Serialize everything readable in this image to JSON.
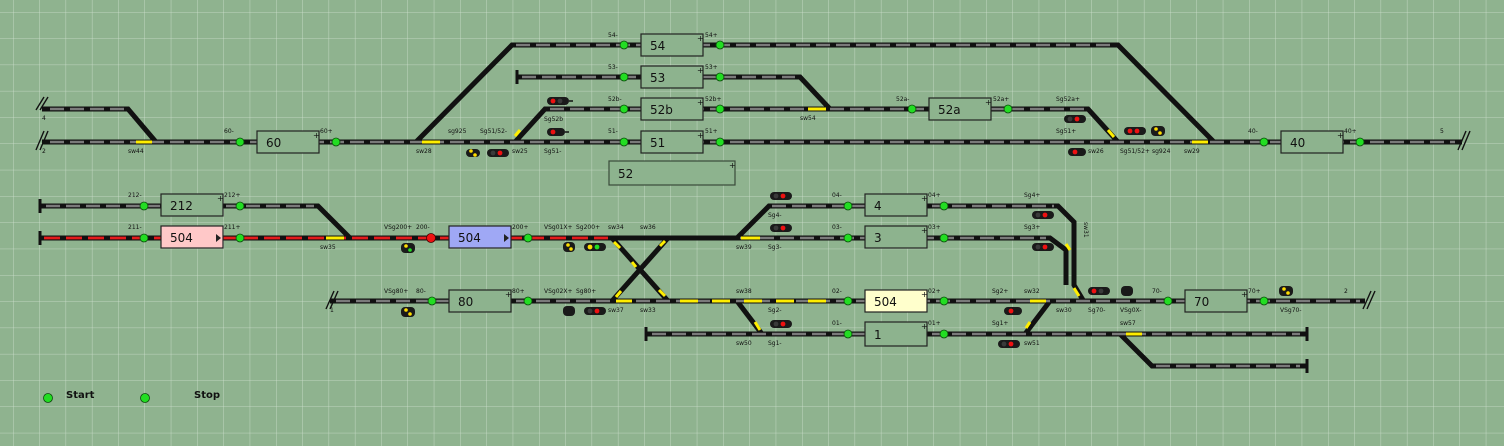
{
  "colors": {
    "background": "#8fb38f",
    "grid": "#cfe0cf",
    "rail": "#111111",
    "rail_dash": "#7a7a7a",
    "occupied": "#e41b1b",
    "switch": "#ffee00",
    "block_fill": "#8db38e",
    "block_pink": "#ffc8c8",
    "block_blue": "#9fa8f5",
    "block_yellow": "#ffffcc",
    "signal_green": "#22dd22",
    "signal_red": "#ee1111",
    "signal_yellow": "#ffdd00"
  },
  "blocks": [
    {
      "id": "54",
      "label": "54"
    },
    {
      "id": "53",
      "label": "53"
    },
    {
      "id": "52b",
      "label": "52b"
    },
    {
      "id": "52a",
      "label": "52a"
    },
    {
      "id": "51",
      "label": "51"
    },
    {
      "id": "60",
      "label": "60"
    },
    {
      "id": "52",
      "label": "52"
    },
    {
      "id": "40",
      "label": "40"
    },
    {
      "id": "212",
      "label": "212"
    },
    {
      "id": "504a",
      "label": "504"
    },
    {
      "id": "504b",
      "label": "504"
    },
    {
      "id": "4",
      "label": "4"
    },
    {
      "id": "3",
      "label": "3"
    },
    {
      "id": "80",
      "label": "80"
    },
    {
      "id": "504c",
      "label": "504"
    },
    {
      "id": "70",
      "label": "70"
    },
    {
      "id": "1",
      "label": "1"
    }
  ],
  "labels": {
    "l54m": "54-",
    "l54p": "54+",
    "l53m": "53-",
    "l53p": "53+",
    "l52bm": "52b-",
    "l52bp": "52b+",
    "sg52b": "Sg52b",
    "l52am": "52a-",
    "l52ap": "52a+",
    "sg52ap": "Sg52a+",
    "l51m": "51-",
    "l51p": "51+",
    "sg51p": "Sg51+",
    "sw54": "sw54",
    "l4": "4",
    "l2": "2",
    "sw44": "sw44",
    "l60m": "60-",
    "l60p": "60+",
    "sw28": "sw28",
    "sg925": "sg925",
    "sg5152m": "Sg51/52-",
    "sw25": "sw25",
    "sg51m": "Sg51-",
    "sw26": "sw26",
    "sg5152p": "Sg51/52+",
    "sg924": "sg924",
    "sw29": "sw29",
    "l40m": "40-",
    "l40p": "40+",
    "l5": "5",
    "l212m": "212-",
    "l212p": "212+",
    "l211m": "211-",
    "l211p": "211+",
    "sw35": "sw35",
    "vsg200p": "VSg200+",
    "l200m": "200-",
    "l200p": "200+",
    "vsg01xp": "VSg01X+",
    "sg200p": "Sg200+",
    "sw34": "sw34",
    "sw36": "sw36",
    "sg4m": "Sg4-",
    "l04m": "04-",
    "l04p": "04+",
    "sg4p": "Sg4+",
    "sw39": "sw39",
    "sg3m": "Sg3-",
    "l03m": "03-",
    "l03p": "03+",
    "sg3p": "Sg3+",
    "sw31": "sw31",
    "l1": "1",
    "vsg80p": "VSg80+",
    "l80m": "80-",
    "l80p": "80+",
    "vsg02xp": "VSg02X+",
    "sg80p": "Sg80+",
    "sw37": "sw37",
    "sw33": "sw33",
    "sw38": "sw38",
    "l02m": "02-",
    "l02p": "02+",
    "sg2p": "Sg2+",
    "sw32": "sw32",
    "sw30": "sw30",
    "sg70m": "Sg70-",
    "vsg0xm": "VSg0X-",
    "l70m": "70-",
    "l70p": "70+",
    "vsg70m": "VSg70-",
    "l2b": "2",
    "sg2m": "Sg2-",
    "l01m": "01-",
    "l01p": "01+",
    "sg1p": "Sg1+",
    "sw57": "sw57",
    "sw50": "sw50",
    "sg1m": "Sg1-",
    "sw51": "sw51"
  },
  "controls": {
    "start_label": "Start",
    "stop_label": "Stop"
  }
}
